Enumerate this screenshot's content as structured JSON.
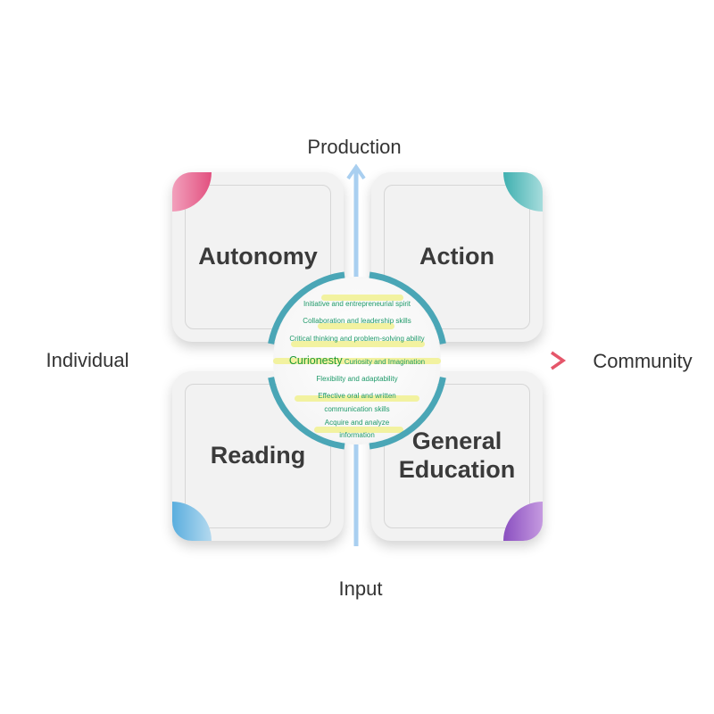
{
  "axes": {
    "top": "Production",
    "bottom": "Input",
    "left": "Individual",
    "right": "Community"
  },
  "quadrants": {
    "top_left": "Autonomy",
    "top_right": "Action",
    "bottom_left": "Reading",
    "bottom_right_line1": "General",
    "bottom_right_line2": "Education"
  },
  "center": {
    "title": "Curionesty",
    "lines": [
      "Initiative and entrepreneurial spirit",
      "Collaboration and leadership skills",
      "Critical thinking and problem-solving ability",
      "Curiosity and Imagination",
      "Flexibility and adaptability",
      "Effective oral and written",
      "communication skills",
      "Acquire and analyze",
      "information"
    ]
  },
  "colors": {
    "ring": "#4aa6b6",
    "vertical_axis": "#a9cff0",
    "horizontal_axis": "#e8646c",
    "text_green": "#1f9a6a",
    "highlight": "#f2f2a0",
    "corner_pink": "#e56a93",
    "corner_teal": "#5bbfbf",
    "corner_blue": "#7bbde6",
    "corner_purple": "#9a62c8"
  }
}
